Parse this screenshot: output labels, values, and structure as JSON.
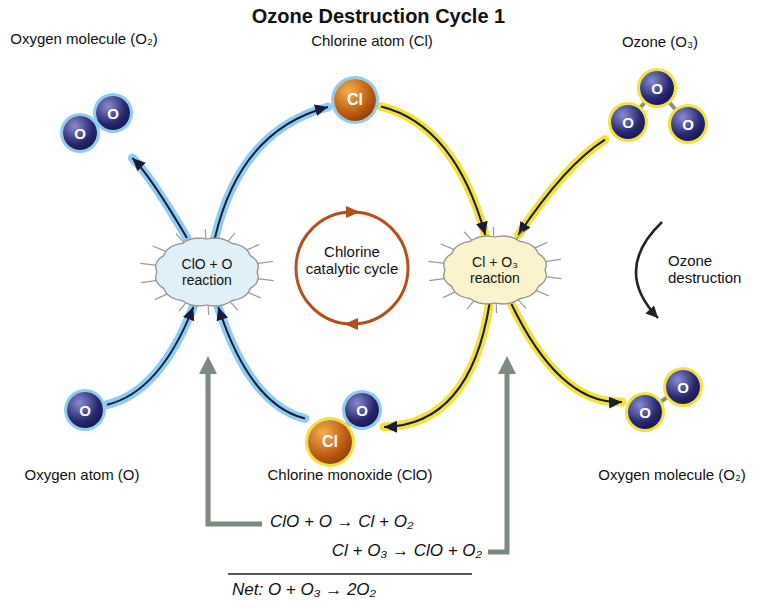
{
  "diagram": {
    "title": "Ozone Destruction Cycle 1",
    "nodes": [
      {
        "text": [
          "Oxygen molecule (O₂)",
          "O",
          "O"
        ]
      },
      {
        "text": [
          "Chlorine atom (Cl)",
          "Cl"
        ]
      },
      {
        "text": [
          "Ozone (O₃)",
          "O",
          "O",
          "O"
        ]
      },
      {
        "text": [
          "ClO + O reaction"
        ]
      },
      {
        "text": [
          "Cl + O₃ reaction"
        ]
      },
      {
        "text": [
          "Oxygen atom (O)",
          "O"
        ]
      },
      {
        "text": [
          "Chlorine monoxide (ClO)",
          "Cl",
          "O"
        ]
      },
      {
        "text": [
          "Oxygen molecule (O₂)",
          "O",
          "O"
        ]
      }
    ],
    "edges": [
      {
        "from": 3,
        "to": 0,
        "arrow": "to"
      },
      {
        "from": 3,
        "to": 1,
        "arrow": "to"
      },
      {
        "from": 5,
        "to": 3,
        "arrow": "to"
      },
      {
        "from": 6,
        "to": 3,
        "arrow": "to"
      },
      {
        "from": 1,
        "to": 4,
        "arrow": "to"
      },
      {
        "from": 2,
        "to": 4,
        "arrow": "to"
      },
      {
        "from": 4,
        "to": 6,
        "arrow": "to"
      },
      {
        "from": 4,
        "to": 7,
        "arrow": "to"
      }
    ],
    "labels": [
      "Chlorine catalytic cycle",
      "Ozone destruction",
      "ClO + O → Cl + O₂",
      "Cl + O₃ → ClO + O₂",
      "Net: O + O₃ → 2O₂"
    ]
  }
}
